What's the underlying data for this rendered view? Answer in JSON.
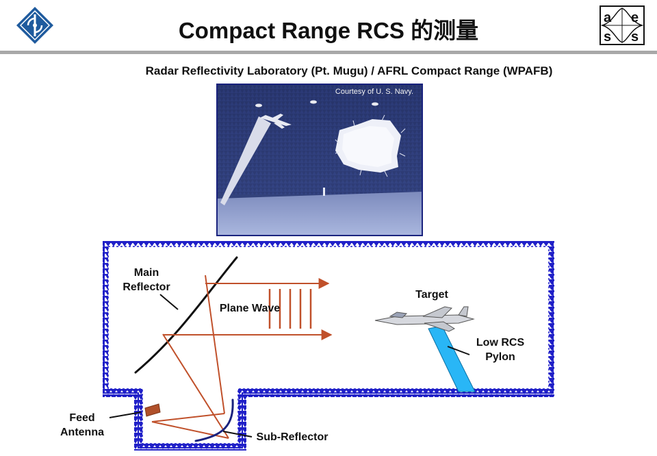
{
  "header": {
    "title": "Compact Range RCS 的测量",
    "subtitle": "Radar Reflectivity Laboratory (Pt. Mugu) / AFRL Compact Range (WPAFB)",
    "left_logo_icon": "ieee-diamond-logo-icon",
    "right_logo_letters": [
      "a",
      "e",
      "s",
      "s"
    ]
  },
  "photo": {
    "credit": "Courtesy of U. S. Navy."
  },
  "diagram": {
    "labels": {
      "main_reflector_line1": "Main",
      "main_reflector_line2": "Reflector",
      "plane_wave": "Plane Wave",
      "target": "Target",
      "low_rcs_line1": "Low RCS",
      "low_rcs_line2": "Pylon",
      "feed_line1": "Feed",
      "feed_line2": "Antenna",
      "sub_reflector": "Sub-Reflector"
    },
    "colors": {
      "chamber_border": "#2020c8",
      "rays": "#c0502a",
      "pylon": "#29b6f6",
      "reflector": "#111111"
    }
  }
}
